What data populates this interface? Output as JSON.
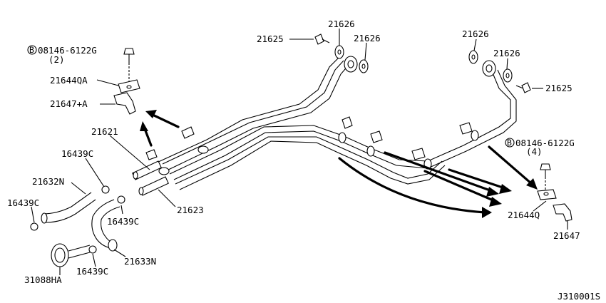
{
  "labels": {
    "bolt_top_left": "08146-6122G",
    "bolt_top_left_qty": "(2)",
    "bolt_right": "08146-6122G",
    "bolt_right_qty": "(4)",
    "b_marker": "B",
    "clamp_qa": "21644QA",
    "clamp_a": "21647+A",
    "hose_21621": "21621",
    "clip_16439c_1": "16439C",
    "hose_21632n": "21632N",
    "clip_16439c_2": "16439C",
    "clip_16439c_3": "16439C",
    "clip_16439c_4": "16439C",
    "hose_21623": "21623",
    "hose_21633n": "21633N",
    "clamp_31088ha": "31088HA",
    "bolt_21625_left": "21625",
    "washer_21626_1": "21626",
    "washer_21626_2": "21626",
    "washer_21626_3": "21626",
    "washer_21626_4": "21626",
    "bolt_21625_right": "21625",
    "clamp_21644q": "21644Q",
    "clamp_21647": "21647",
    "diagram_code": "J310001S"
  }
}
